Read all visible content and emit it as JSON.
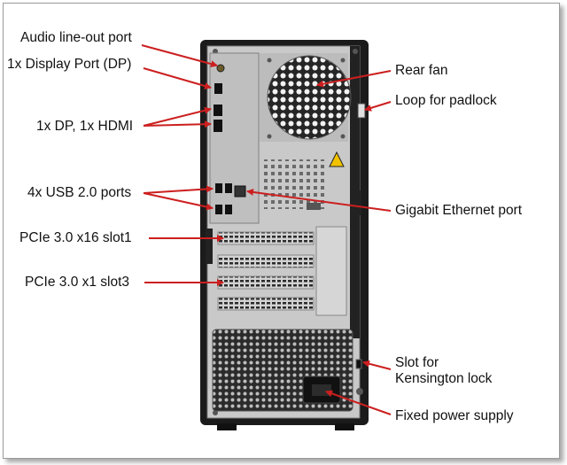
{
  "labels": {
    "audio": "Audio line-out port",
    "dp": "1x Display Port (DP)",
    "dp_hdmi": "1x DP, 1x HDMI",
    "usb": "4x USB 2.0 ports",
    "pcie16": "PCIe 3.0 x16 slot1",
    "pcie1": "PCIe 3.0 x1 slot3",
    "rear_fan": "Rear fan",
    "padlock": "Loop for padlock",
    "ethernet": "Gigabit Ethernet port",
    "kensington_line1": "Slot for",
    "kensington_line2": "Kensington lock",
    "psu": "Fixed power supply"
  },
  "colors": {
    "arrow": "#cc1f1f",
    "case": "#1b1b1b",
    "panel": "#c9c9c9",
    "psu_mesh": "#3a3a3a",
    "warning": "#f2c200"
  }
}
